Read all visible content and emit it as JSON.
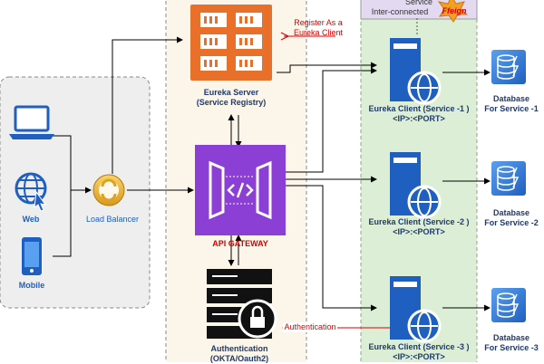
{
  "clients": {
    "web": "Web",
    "mobile": "Mobile",
    "load_balancer": "Load Balancer"
  },
  "eureka_server": {
    "title": "Eureka Server",
    "subtitle": "(Service Registry)"
  },
  "register_note": {
    "line1": "Register As a",
    "line2": "Eureka Client"
  },
  "gateway": {
    "label": "API GATEWAY"
  },
  "auth": {
    "title": "Authentication",
    "subtitle": "(OKTA/Oauth2)",
    "arrow_label": "Authentication"
  },
  "interconnect": {
    "line1": "Service",
    "line2": "Inter-connected",
    "feign": "Ffeign"
  },
  "services": [
    {
      "name": "Eureka Client (Service -1 )",
      "addr": "<IP>:<PORT>",
      "db1": "Database",
      "db2": "For Service -1"
    },
    {
      "name": "Eureka Client (Service -2 )",
      "addr": "<IP>:<PORT>",
      "db1": "Database",
      "db2": "For Service -2"
    },
    {
      "name": "Eureka Client (Service -3 )",
      "addr": "<IP>:<PORT>",
      "db1": "Database",
      "db2": "For Service -3"
    }
  ],
  "colors": {
    "eureka": "#e8702a",
    "gateway": "#8c3fd4",
    "server_blue": "#1f5fbf",
    "database_blue": "#1f5fbf",
    "arrow_red": "#d90000"
  }
}
